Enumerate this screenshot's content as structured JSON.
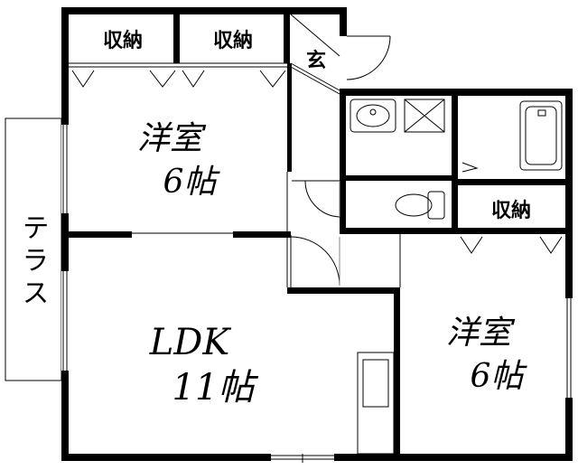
{
  "floor_plan": {
    "rooms": {
      "western_north": {
        "name": "洋室",
        "size": "6帖"
      },
      "ldk": {
        "name": "LDK",
        "size": "11帖"
      },
      "western_south": {
        "name": "洋室",
        "size": "6帖"
      }
    },
    "storage_label": "収納",
    "entrance_label": "玄",
    "terrace_label": "テラス"
  }
}
